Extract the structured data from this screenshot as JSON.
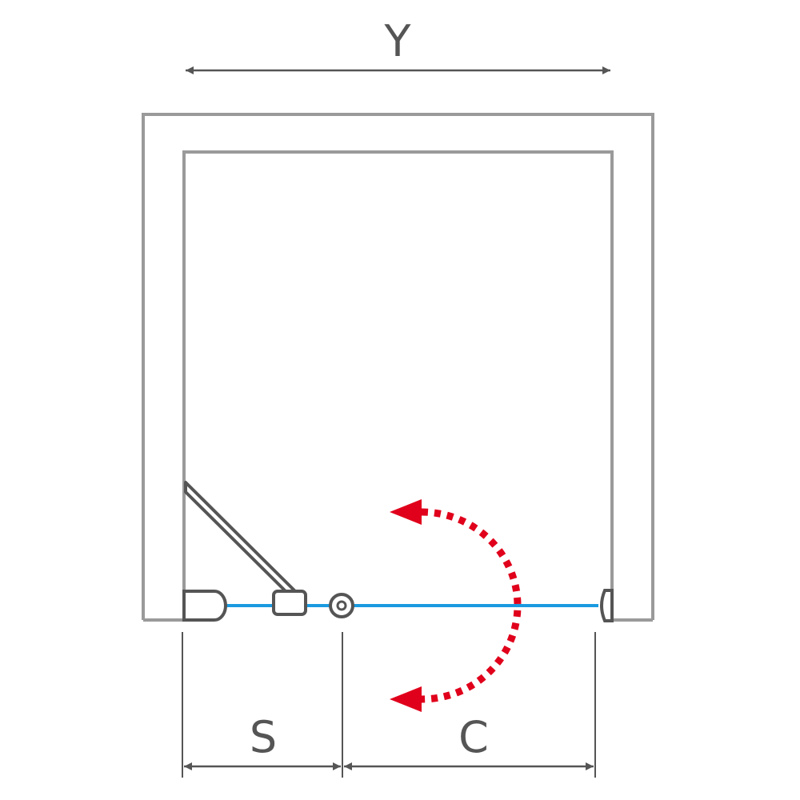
{
  "labels": {
    "width": "Y",
    "fixed_panel": "S",
    "door_opening": "C"
  },
  "colors": {
    "frame": "#9a9a9a",
    "profile": "#555555",
    "glass": "#1a9ae0",
    "swing_arrow": "#e0001b",
    "dimension": "#555555"
  },
  "icons": [
    "swing-direction-arrows",
    "hinge-icon",
    "wall-profile-icon",
    "pivot-icon"
  ]
}
